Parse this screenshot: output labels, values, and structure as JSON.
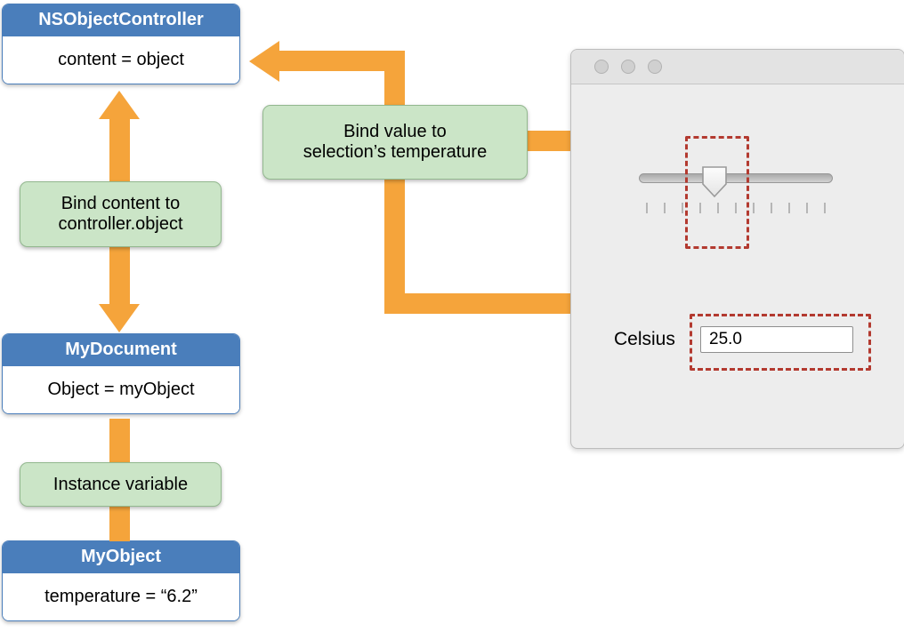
{
  "nodes": {
    "controller": {
      "title": "NSObjectController",
      "body": "content = object"
    },
    "document": {
      "title": "MyDocument",
      "body": "Object = myObject"
    },
    "my_object": {
      "title": "MyObject",
      "body": "temperature = “6.2”"
    }
  },
  "annotations": {
    "bind_content": "Bind content to\ncontroller.object",
    "instance_variable": "Instance variable",
    "bind_value": "Bind value to\nselection’s temperature"
  },
  "window": {
    "celsius_label": "Celsius",
    "temperature_field_value": "25.0"
  },
  "colors": {
    "header_blue": "#4A7EBB",
    "node_border": "#4A7EBB",
    "green_fill": "#CBE5C7",
    "green_border": "#93B88F",
    "arrow_orange": "#F5A43B",
    "highlight_red": "#B33A30"
  }
}
